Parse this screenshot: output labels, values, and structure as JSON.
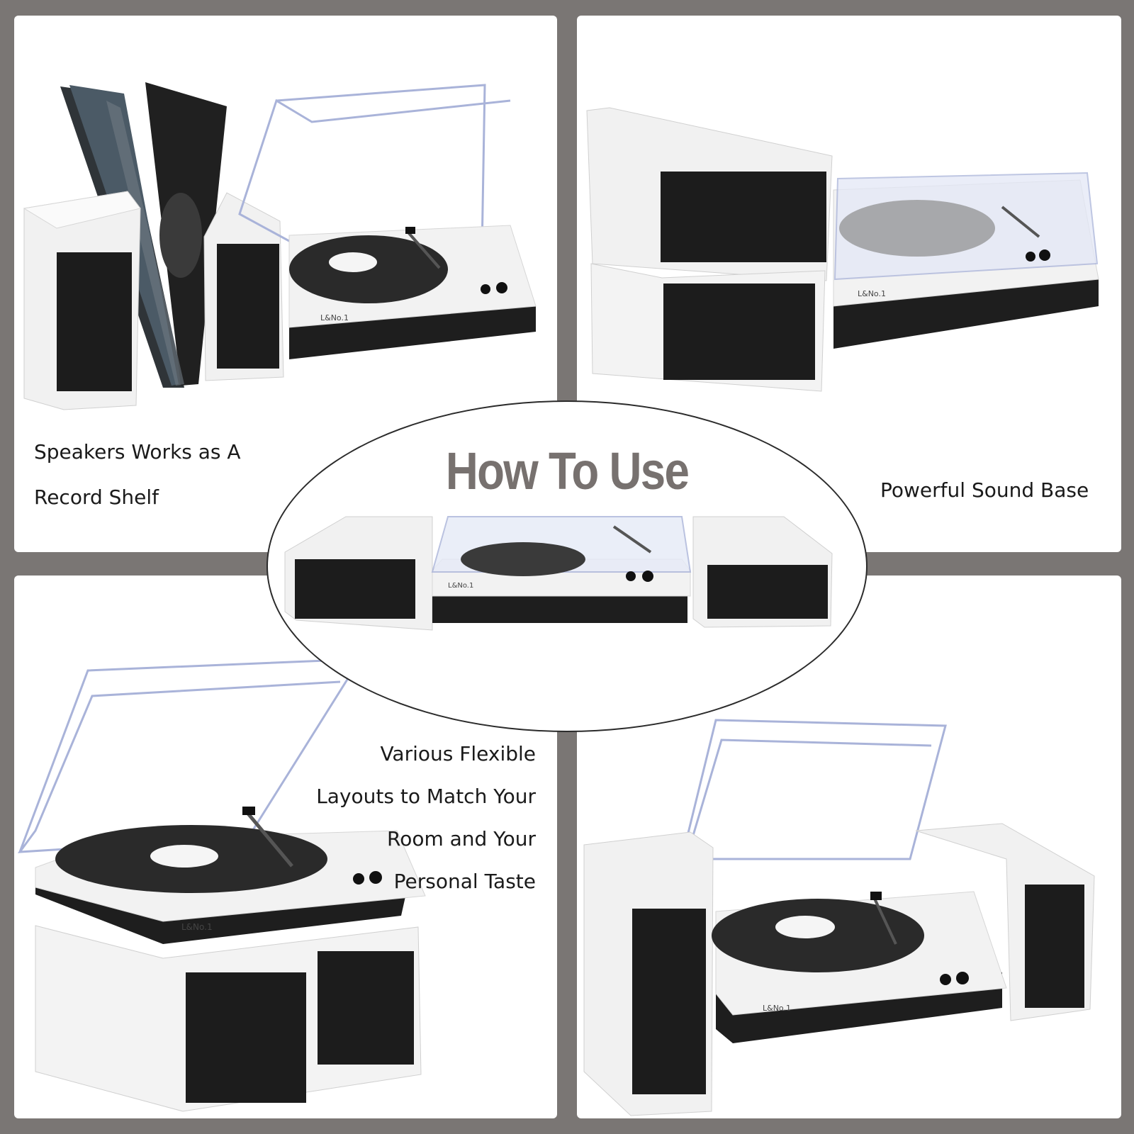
{
  "heading": "How To Use",
  "captions": {
    "top_left": [
      "Speakers Works as A",
      "Record Shelf"
    ],
    "top_right": [
      "Powerful Sound Base"
    ],
    "bottom_left": [
      "Various Flexible",
      "Layouts to Match Your",
      "Room and Your",
      "Personal Taste"
    ]
  },
  "brand_mark": "L&No.1",
  "colors": {
    "background": "#7a7674",
    "panel": "#ffffff",
    "speaker_grille": "#1c1c1c",
    "turntable_base": "#f2f2f2",
    "plinth": "#1e1e1e",
    "dust_cover_edge": "#a9b3d9",
    "heading": "#77716f"
  }
}
